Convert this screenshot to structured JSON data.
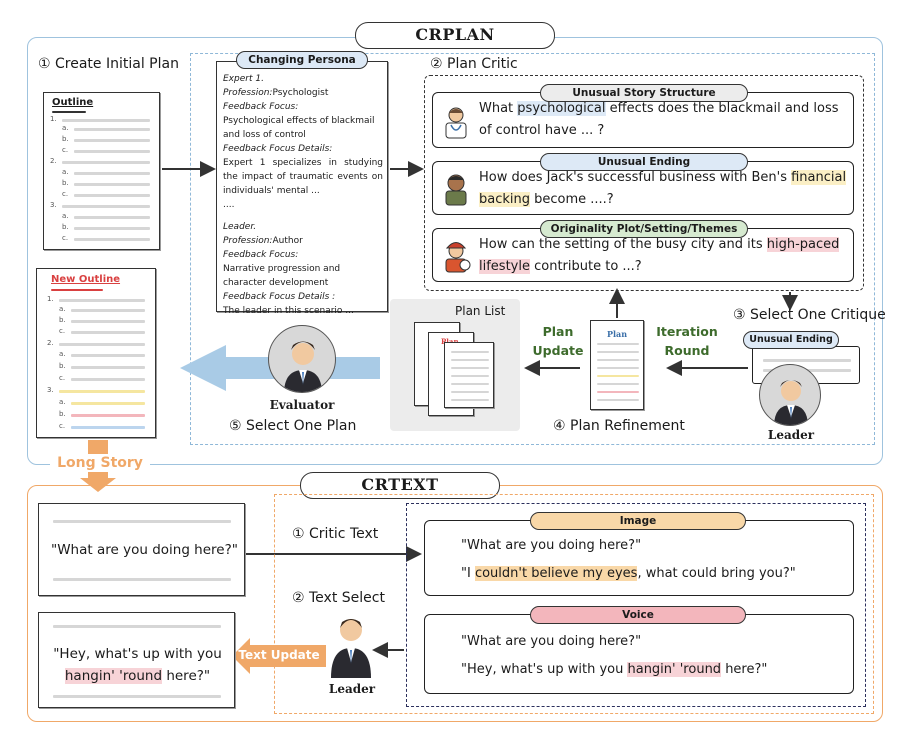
{
  "crplan": {
    "title": "CRPLAN",
    "step1": "① Create Initial Plan",
    "step2": "② Plan Critic",
    "step3": "③ Select One Critique",
    "step4": "④ Plan Refinement",
    "step5": "⑤ Select One Plan",
    "outline_title": "Outline",
    "new_outline_title": "New Outline",
    "outline_nums": [
      "1.",
      "2.",
      "3."
    ],
    "outline_subs": [
      "a.",
      "b.",
      "c."
    ],
    "persona": {
      "title": "Changing Persona",
      "expert": "Expert 1.",
      "profession_label": "Profession:",
      "profession_value": "Psychologist",
      "focus_label": "Feedback Focus:",
      "focus_value": "Psychological effects of blackmail and loss of control",
      "details_label": "Feedback Focus Details:",
      "details_value": "Expert 1 specializes in studying the impact of traumatic events on individuals' mental ...",
      "dots": "....",
      "leader": "Leader.",
      "leader_profession_value": "Author",
      "leader_focus_label": "Feedback Focus:",
      "leader_focus_value": "Narrative progression and character development",
      "leader_details_label": "Feedback Focus Details :",
      "leader_details_value": "The leader in this scenario ..."
    },
    "critiques": [
      {
        "tag": "Unusual Story Structure",
        "pre": "What ",
        "hl": "psychological",
        "post": " effects does the blackmail and loss of control have ... ?"
      },
      {
        "tag": "Unusual Ending",
        "pre": "How does Jack's successful business with Ben's ",
        "hl": "financial backing",
        "post": " become ....?"
      },
      {
        "tag": "Originality Plot/Setting/Themes",
        "pre": "How can the setting of the busy city and its ",
        "hl": "high-paced lifestyle",
        "post": " contribute to ...?"
      }
    ],
    "selected_tag": "Unusual Ending",
    "leader_label": "Leader",
    "evaluator_label": "Evaluator",
    "plan_list_label": "Plan List",
    "plan_word": "Plan",
    "plan_update": "Plan Update",
    "iteration_round": "Iteration Round",
    "long_story": "Long Story"
  },
  "crtext": {
    "title": "CRTEXT",
    "critic_text": "① Critic Text",
    "text_select": "② Text Select",
    "input_quote": "\"What are you doing here?\"",
    "output_quote_1": "\"Hey, what's up with you",
    "output_pre": "",
    "output_hl": "hangin' 'round",
    "output_post": " here?\"",
    "text_update": "Text Update",
    "leader_label": "Leader",
    "image": {
      "tag": "Image",
      "line1": "\"What are you doing here?\"",
      "pre": "\"I ",
      "hl": "couldn't believe my eyes",
      "post": ", what could bring you?\""
    },
    "voice": {
      "tag": "Voice",
      "line1": "\"What are you doing here?\"",
      "pre": "\"Hey, what's up with you ",
      "hl": "hangin' 'round",
      "post": " here?\""
    }
  },
  "colors": {
    "crplan_border": "#9fc3de",
    "crtext_border": "#f0a868",
    "big_arrow": "#a9cbe6",
    "orange_arrow": "#f0a868",
    "red_title": "#d94040"
  }
}
